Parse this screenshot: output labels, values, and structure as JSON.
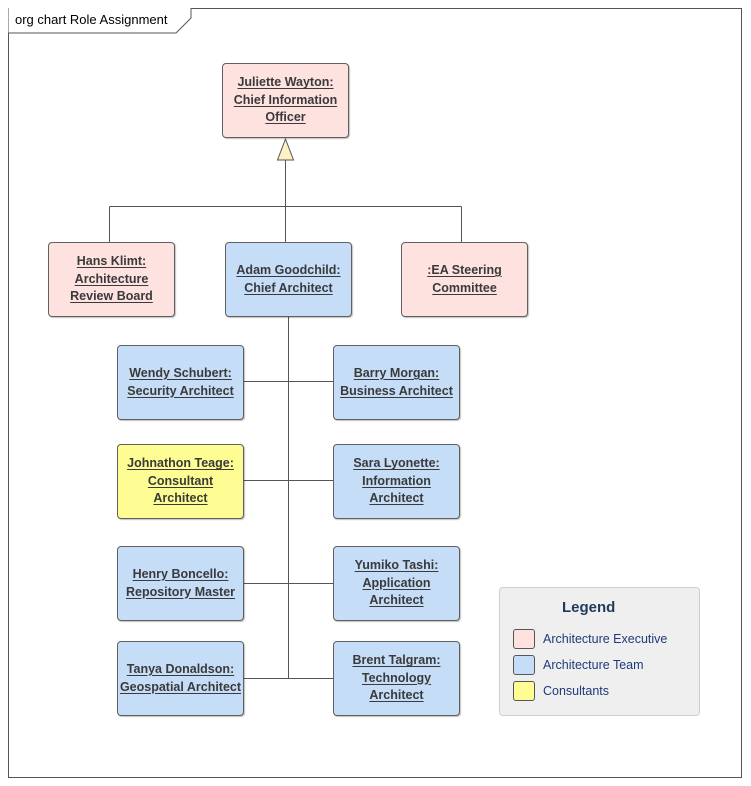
{
  "frame": {
    "title": "org chart Role Assignment"
  },
  "colors": {
    "executive": "#fde2e0",
    "team": "#c6ddf8",
    "consultant": "#fdfd94",
    "border": "#606060",
    "connector": "#555555",
    "legend_text": "#1f3a7a"
  },
  "nodes": {
    "juliette": {
      "lines": [
        "Juliette Wayton:",
        "Chief Information",
        "Officer"
      ],
      "category": "executive"
    },
    "hans": {
      "lines": [
        "Hans Klimt:",
        "Architecture",
        "Review Board"
      ],
      "category": "executive"
    },
    "adam": {
      "lines": [
        "Adam Goodchild:",
        "Chief Architect"
      ],
      "category": "team"
    },
    "steering": {
      "lines": [
        ":EA Steering",
        "Committee"
      ],
      "category": "executive"
    },
    "wendy": {
      "lines": [
        "Wendy Schubert:",
        "Security Architect"
      ],
      "category": "team"
    },
    "barry": {
      "lines": [
        "Barry Morgan:",
        "Business Architect"
      ],
      "category": "team"
    },
    "johnathon": {
      "lines": [
        "Johnathon Teage:",
        "Consultant",
        "Architect"
      ],
      "category": "consultant"
    },
    "sara": {
      "lines": [
        "Sara Lyonette:",
        "Information",
        "Architect"
      ],
      "category": "team"
    },
    "henry": {
      "lines": [
        "Henry Boncello:",
        "Repository Master"
      ],
      "category": "team"
    },
    "yumiko": {
      "lines": [
        "Yumiko Tashi:",
        "Application",
        "Architect"
      ],
      "category": "team"
    },
    "tanya": {
      "lines": [
        "Tanya Donaldson:",
        "Geospatial Architect"
      ],
      "category": "team"
    },
    "brent": {
      "lines": [
        "Brent Talgram:",
        "Technology",
        "Architect"
      ],
      "category": "team"
    }
  },
  "legend": {
    "title": "Legend",
    "items": [
      {
        "label": "Architecture Executive",
        "color": "#fde2e0"
      },
      {
        "label": "Architecture Team",
        "color": "#c6ddf8"
      },
      {
        "label": "Consultants",
        "color": "#fdfd94"
      }
    ]
  }
}
